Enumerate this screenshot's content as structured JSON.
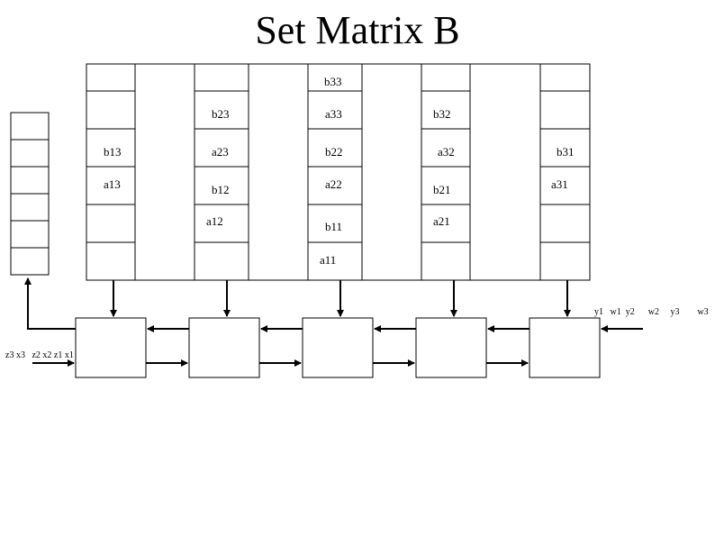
{
  "title": "Set Matrix B",
  "grid_labels": {
    "b33": "b33",
    "b23": "b23",
    "a33": "a33",
    "b32": "b32",
    "b13": "b13",
    "a23": "a23",
    "b22": "b22",
    "a32": "a32",
    "b31": "b31",
    "a13": "a13",
    "b12": "b12",
    "a22": "a22",
    "b21": "b21",
    "a31": "a31",
    "a12": "a12",
    "b11": "b11",
    "a21": "a21",
    "a11": "a11"
  },
  "inputs": {
    "left": "z3 x3   z2 x2 z1 x1",
    "right": "y1   w1  y2      w2     y3        w3"
  }
}
